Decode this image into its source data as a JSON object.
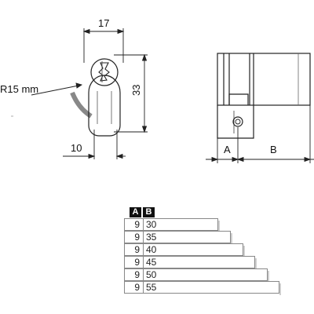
{
  "dimensions": {
    "width_17": "17",
    "height_33": "33",
    "radius": "R15 mm",
    "cam_10": "10",
    "label_a": "A",
    "label_b": "B"
  },
  "table": {
    "header_a": "A",
    "header_b": "B",
    "rows": [
      {
        "a": "9",
        "b": "30"
      },
      {
        "a": "9",
        "b": "35"
      },
      {
        "a": "9",
        "b": "40"
      },
      {
        "a": "9",
        "b": "45"
      },
      {
        "a": "9",
        "b": "50"
      },
      {
        "a": "9",
        "b": "55"
      }
    ]
  }
}
